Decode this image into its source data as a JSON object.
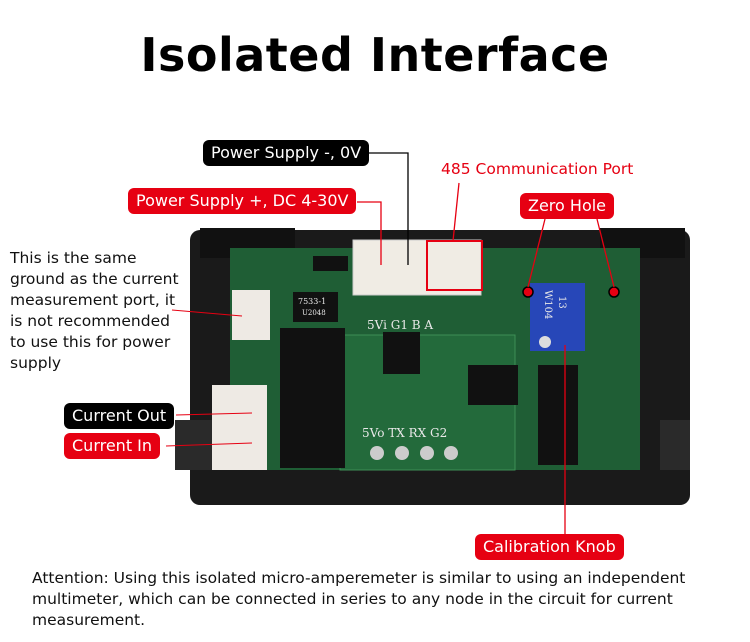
{
  "title": "Isolated Interface",
  "labels": {
    "power_minus": "Power Supply -, 0V",
    "comm_port": "485 Communication Port",
    "power_plus": "Power Supply +, DC 4-30V",
    "zero_hole": "Zero Hole",
    "current_out": "Current Out",
    "current_in": "Current In",
    "calibration_knob": "Calibration Knob"
  },
  "ground_note": "This is the same ground as the current measurement port, it is not recommended to use this for power supply",
  "attention": "Attention: Using this isolated micro-amperemeter is similar to using an independent multimeter, which can be connected in series to any node in the circuit for current measurement.",
  "board_silkscreen": {
    "top_header": "5Vi G1  B  A",
    "bottom_header": "5Vo TX  RX  G2",
    "regulator": "7533-1",
    "regulator_code": "U2048",
    "pot_top": "W104",
    "pot_code": "13"
  },
  "colors": {
    "accent_red": "#e60012",
    "pcb_green": "#1f5e35",
    "case_black": "#1a1a1a",
    "pot_blue": "#2747b8"
  }
}
